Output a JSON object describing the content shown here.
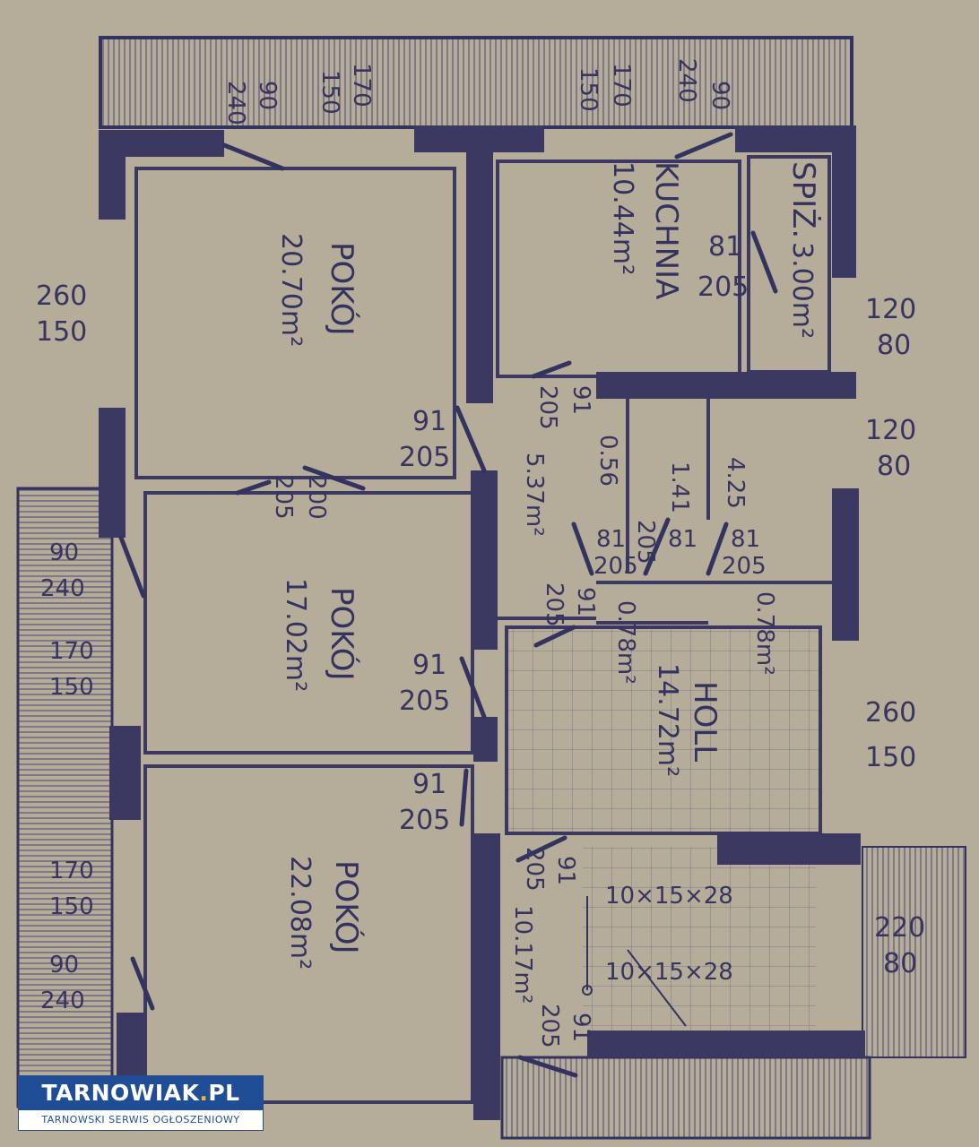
{
  "rooms": {
    "kuchnia": {
      "name": "KUCHNIA",
      "area": "10.44m²"
    },
    "spizarnia": {
      "name": "SPIŻ.",
      "area": "3.00m²"
    },
    "pokoj_top": {
      "name": "POKÓJ",
      "area": "20.70m²"
    },
    "pokoj_mid": {
      "name": "POKÓJ",
      "area": "17.02m²"
    },
    "pokoj_bottom": {
      "name": "POKÓJ",
      "area": "22.08m²"
    },
    "hall": {
      "name": "HOLL",
      "area": "14.72m²"
    },
    "lazienka_area": "5.37m²",
    "wc_area": "1.41",
    "bath_area": "4.25",
    "closet_area": "0.56",
    "closet2_area": "0.78m²",
    "closet3_area": "0.78m²",
    "stairs_area": "10.17m²"
  },
  "stairs": {
    "spec_top": "10×15×28",
    "spec_bottom": "10×15×28"
  },
  "windows": {
    "top_left": [
      "240",
      "90",
      "150",
      "170"
    ],
    "top_right": [
      "150",
      "170",
      "240",
      "90"
    ],
    "left_top": [
      "260",
      "150"
    ],
    "right_spiz": [
      "120",
      "80"
    ],
    "right_bath": [
      "120",
      "80"
    ],
    "right_hall": [
      "260",
      "150"
    ],
    "right_stair": [
      "220",
      "80"
    ],
    "left_mid_door": [
      "90",
      "240"
    ],
    "left_mid_win": [
      "170",
      "150"
    ],
    "left_bot_win": [
      "170",
      "150"
    ],
    "left_bot_door": [
      "90",
      "240"
    ]
  },
  "doors": {
    "d1": [
      "91",
      "205"
    ],
    "d2": [
      "91",
      "205"
    ],
    "d3": [
      "91",
      "205"
    ],
    "d4": [
      "81",
      "205"
    ],
    "d5": [
      "200",
      "205"
    ],
    "d6": [
      "91",
      "205"
    ],
    "d7": [
      "81",
      "205"
    ],
    "d8": [
      "81",
      "205"
    ],
    "d9": [
      "81",
      "205"
    ],
    "d10": [
      "91",
      "205"
    ],
    "d11": [
      "91",
      "205"
    ],
    "d12": [
      "91",
      "205"
    ]
  },
  "logo": {
    "brand_main": "TARNOWIAK",
    "brand_dot": ".",
    "brand_tld": "PL",
    "tagline": "TARNOWSKI SERWIS OGŁOSZENIOWY"
  },
  "colors": {
    "paper": "#b5ad99",
    "ink": "#37355f",
    "logo_blue": "#1f4e96",
    "logo_accent": "#f2b632"
  }
}
